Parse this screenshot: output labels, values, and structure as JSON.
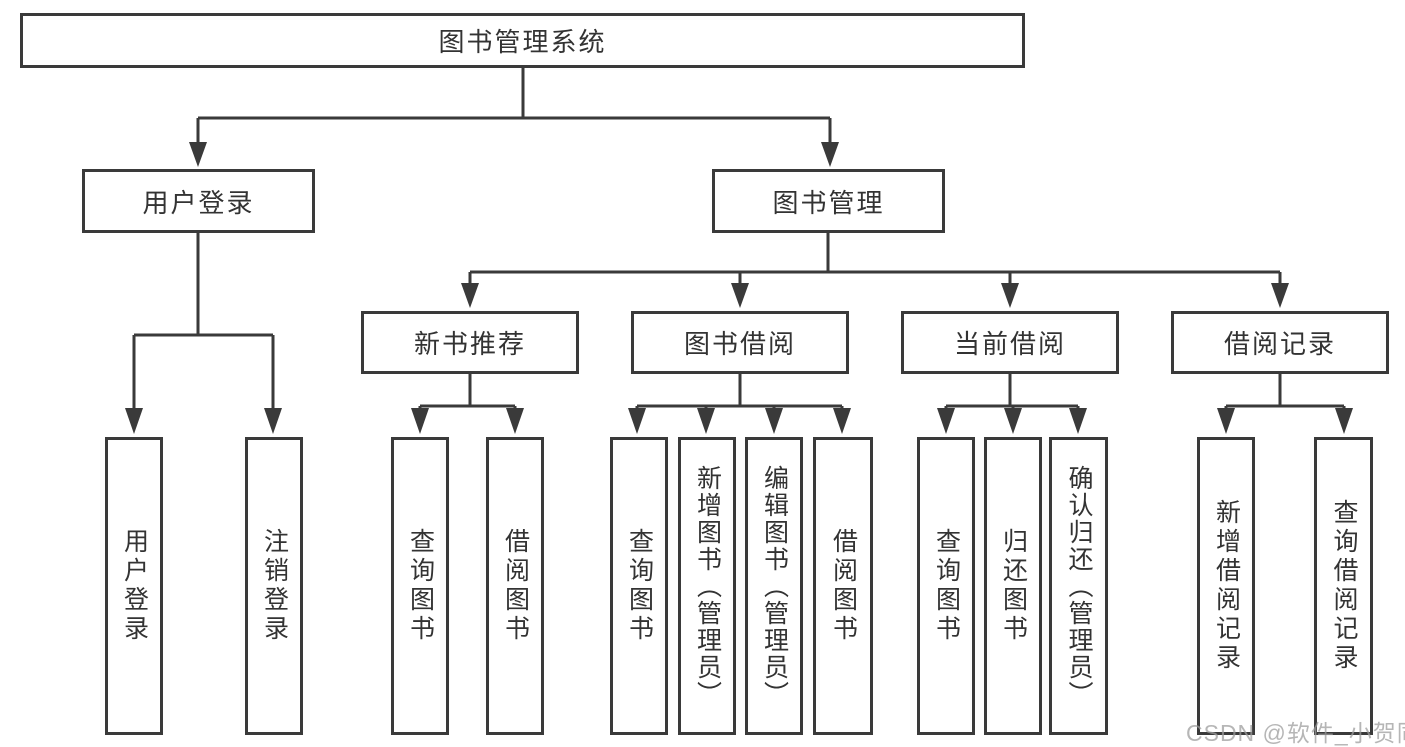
{
  "diagram": {
    "root": {
      "label": "图书管理系统"
    },
    "level2": [
      {
        "label": "用户登录"
      },
      {
        "label": "图书管理"
      }
    ],
    "level3": [
      {
        "label": "新书推荐"
      },
      {
        "label": "图书借阅"
      },
      {
        "label": "当前借阅"
      },
      {
        "label": "借阅记录"
      }
    ],
    "leaves": {
      "user_login": [
        {
          "label": "用户登录"
        },
        {
          "label": "注销登录"
        }
      ],
      "new_books": [
        {
          "label": "查询图书"
        },
        {
          "label": "借阅图书"
        }
      ],
      "book_borrow": [
        {
          "label": "查询图书"
        },
        {
          "label": "新增图书（管理员）"
        },
        {
          "label": "编辑图书（管理员）"
        },
        {
          "label": "借阅图书"
        }
      ],
      "current_borrow": [
        {
          "label": "查询图书"
        },
        {
          "label": "归还图书"
        },
        {
          "label": "确认归还（管理员）"
        }
      ],
      "borrow_records": [
        {
          "label": "新增借阅记录"
        },
        {
          "label": "查询借阅记录"
        }
      ]
    }
  },
  "watermark": {
    "text": "CSDN @软件_小贺同学"
  },
  "colors": {
    "line": "#3a3a3a",
    "text": "#333333",
    "background": "#ffffff",
    "watermark": "#9e9e9e"
  }
}
